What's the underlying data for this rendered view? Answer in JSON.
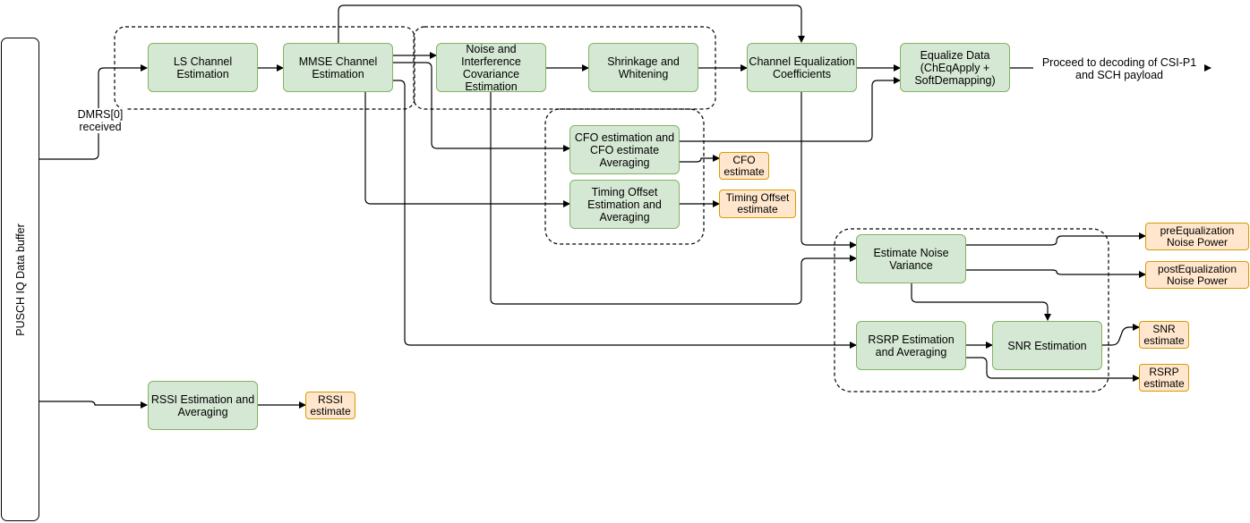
{
  "buffer": {
    "label": "PUSCH IQ Data buffer"
  },
  "blocks": {
    "ls": "LS Channel\nEstimation",
    "mmse": "MMSE Channel\nEstimation",
    "noise_cov": "Noise and\nInterference\nCovariance\nEstimation",
    "shrinkage": "Shrinkage and\nWhitening",
    "cheq_coef": "Channel Equalization\nCoefficients",
    "equalize": "Equalize Data\n(ChEqApply +\nSoftDemapping)",
    "cfo": "CFO estimation and\nCFO estimate\nAveraging",
    "timing": "Timing Offset\nEstimation and\nAveraging",
    "noise_var": "Estimate Noise\nVariance",
    "rsrp": "RSRP Estimation\nand Averaging",
    "snr": "SNR Estimation",
    "rssi": "RSSI Estimation and\nAveraging"
  },
  "outputs": {
    "cfo": "CFO\nestimate",
    "timing": "Timing Offset\nestimate",
    "pre_eq": "preEqualization\nNoise Power",
    "post_eq": "postEqualization\nNoise Power",
    "snr": "SNR\nestimate",
    "rsrp": "RSRP\nestimate",
    "rssi": "RSSI\nestimate"
  },
  "labels": {
    "dmrs": "DMRS[0]\nreceived",
    "proceed": "Proceed to decoding of CSI-P1\nand SCH payload"
  },
  "colors": {
    "process_fill": "#d5e8d4",
    "process_border": "#82b366",
    "output_fill": "#ffe6cc",
    "output_border": "#d79b00"
  }
}
